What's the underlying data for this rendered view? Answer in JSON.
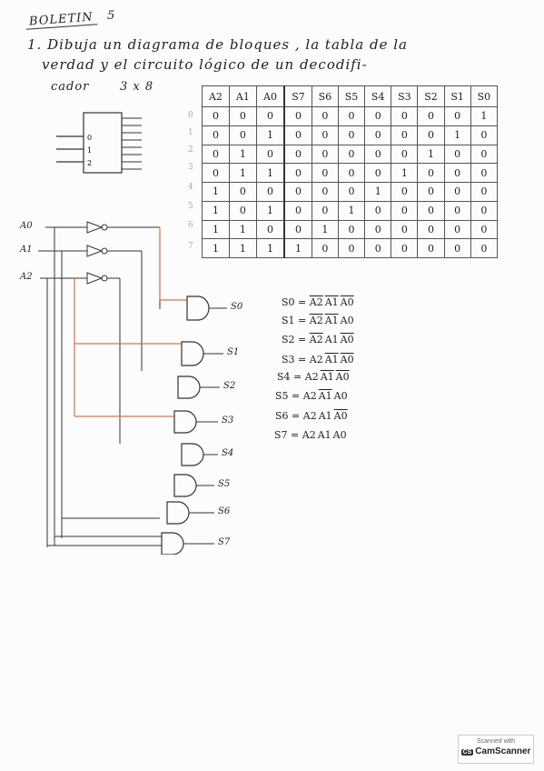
{
  "header": {
    "title": "BOLETIN",
    "number": "5"
  },
  "task": {
    "line1": "1. Dibuja un diagrama de bloques , la tabla de la",
    "line2": "verdad y el circuito lógico de un decodifi-",
    "line3": "cador",
    "size": "3 x 8"
  },
  "block": {
    "inputs": [
      "0",
      "1",
      "2"
    ]
  },
  "truth_table": {
    "headers": [
      "A2",
      "A1",
      "A0",
      "S7",
      "S6",
      "S5",
      "S4",
      "S3",
      "S2",
      "S1",
      "S0"
    ],
    "row_indices": [
      "0",
      "1",
      "2",
      "3",
      "4",
      "5",
      "6",
      "7"
    ],
    "rows": [
      [
        "0",
        "0",
        "0",
        "0",
        "0",
        "0",
        "0",
        "0",
        "0",
        "0",
        "1"
      ],
      [
        "0",
        "0",
        "1",
        "0",
        "0",
        "0",
        "0",
        "0",
        "0",
        "1",
        "0"
      ],
      [
        "0",
        "1",
        "0",
        "0",
        "0",
        "0",
        "0",
        "0",
        "1",
        "0",
        "0"
      ],
      [
        "0",
        "1",
        "1",
        "0",
        "0",
        "0",
        "0",
        "1",
        "0",
        "0",
        "0"
      ],
      [
        "1",
        "0",
        "0",
        "0",
        "0",
        "0",
        "1",
        "0",
        "0",
        "0",
        "0"
      ],
      [
        "1",
        "0",
        "1",
        "0",
        "0",
        "1",
        "0",
        "0",
        "0",
        "0",
        "0"
      ],
      [
        "1",
        "1",
        "0",
        "0",
        "1",
        "0",
        "0",
        "0",
        "0",
        "0",
        "0"
      ],
      [
        "1",
        "1",
        "1",
        "1",
        "0",
        "0",
        "0",
        "0",
        "0",
        "0",
        "0"
      ]
    ]
  },
  "equations": [
    {
      "lhs": "S0 =",
      "terms": [
        {
          "t": "A2",
          "bar": true
        },
        {
          "t": "A1",
          "bar": true
        },
        {
          "t": "A0",
          "bar": true
        }
      ]
    },
    {
      "lhs": "S1 =",
      "terms": [
        {
          "t": "A2",
          "bar": true
        },
        {
          "t": "A1",
          "bar": true
        },
        {
          "t": "A0",
          "bar": false
        }
      ]
    },
    {
      "lhs": "S2 =",
      "terms": [
        {
          "t": "A2",
          "bar": true
        },
        {
          "t": "A1",
          "bar": false
        },
        {
          "t": "A0",
          "bar": true
        }
      ]
    },
    {
      "lhs": "S3 =",
      "terms": [
        {
          "t": "A2",
          "bar": false
        },
        {
          "t": "A1",
          "bar": true
        },
        {
          "t": "A0",
          "bar": true
        }
      ]
    },
    {
      "lhs": "S4 =",
      "terms": [
        {
          "t": "A2",
          "bar": false
        },
        {
          "t": "A1",
          "bar": true
        },
        {
          "t": "A0",
          "bar": true
        }
      ]
    },
    {
      "lhs": "S5 =",
      "terms": [
        {
          "t": "A2",
          "bar": false
        },
        {
          "t": "A1",
          "bar": true
        },
        {
          "t": "A0",
          "bar": false
        }
      ]
    },
    {
      "lhs": "S6 =",
      "terms": [
        {
          "t": "A2",
          "bar": false
        },
        {
          "t": "A1",
          "bar": false
        },
        {
          "t": "A0",
          "bar": true
        }
      ]
    },
    {
      "lhs": "S7 =",
      "terms": [
        {
          "t": "A2",
          "bar": false
        },
        {
          "t": "A1",
          "bar": false
        },
        {
          "t": "A0",
          "bar": false
        }
      ]
    }
  ],
  "circuit": {
    "inputs": [
      "A0",
      "A1",
      "A2"
    ],
    "outputs": [
      "S0",
      "S1",
      "S2",
      "S3",
      "S4",
      "S5",
      "S6",
      "S7"
    ],
    "highlight_color": "#d9774a"
  },
  "watermark": {
    "top": "Scanned with",
    "brand": "CamScanner",
    "logo": "CS"
  }
}
